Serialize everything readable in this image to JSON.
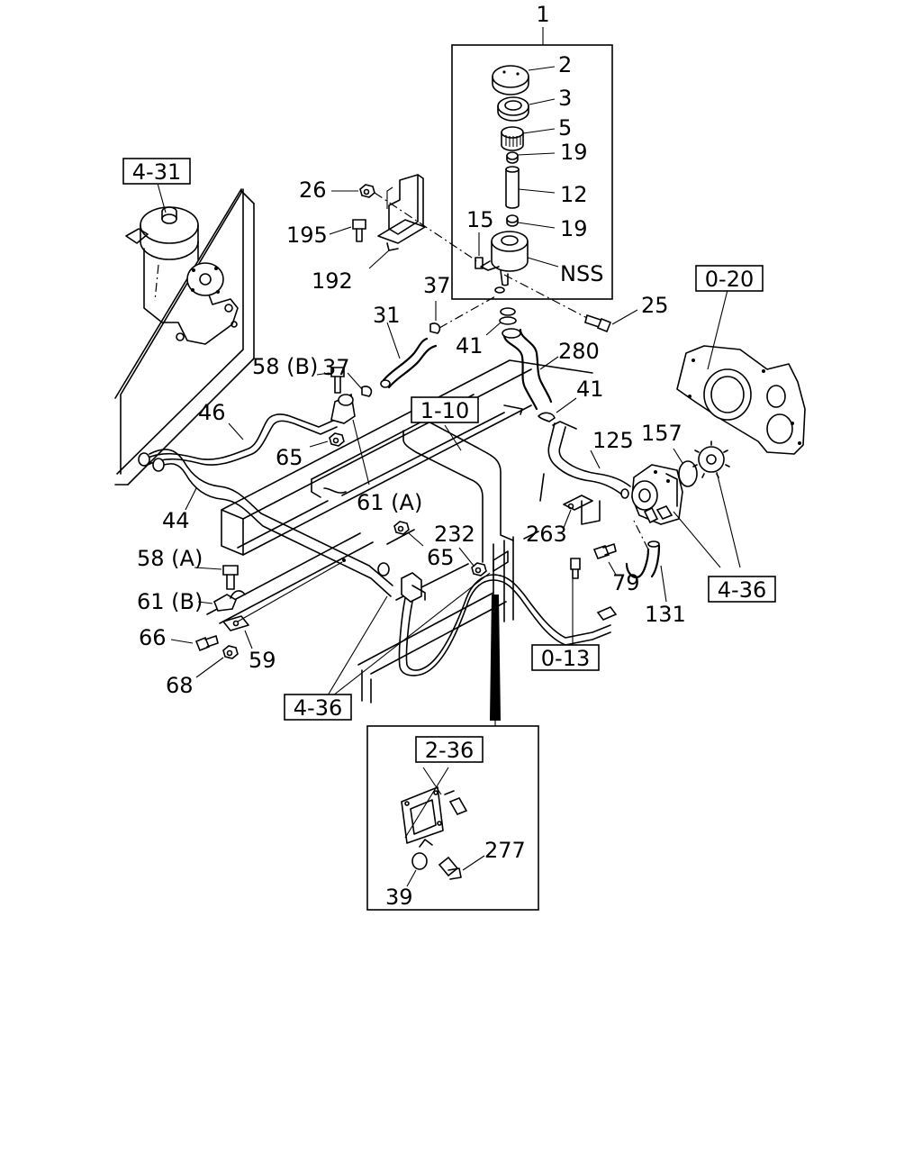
{
  "callouts": {
    "p1": "1",
    "p2": "2",
    "p3": "3",
    "p5": "5",
    "p19a": "19",
    "p12": "12",
    "p19b": "19",
    "p15": "15",
    "pNSS": "NSS",
    "p26": "26",
    "p195": "195",
    "p192": "192",
    "p37a": "37",
    "p31": "31",
    "p25": "25",
    "p41a": "41",
    "p280": "280",
    "p37b": "37",
    "p58b": "58 (B)",
    "p46": "46",
    "p65a": "65",
    "p61a": "61 (A)",
    "p44": "44",
    "p41b": "41",
    "p125": "125",
    "p157": "157",
    "p263": "263",
    "p232": "232",
    "p65b": "65",
    "p79": "79",
    "p131": "131",
    "p58a": "58 (A)",
    "p61b": "61 (B)",
    "p66": "66",
    "p59": "59",
    "p68": "68",
    "p277": "277",
    "p39": "39"
  },
  "references": {
    "r431": "4-31",
    "r020": "0-20",
    "r110": "1-10",
    "r436a": "4-36",
    "r013": "0-13",
    "r436b": "4-36",
    "r236": "2-36"
  }
}
